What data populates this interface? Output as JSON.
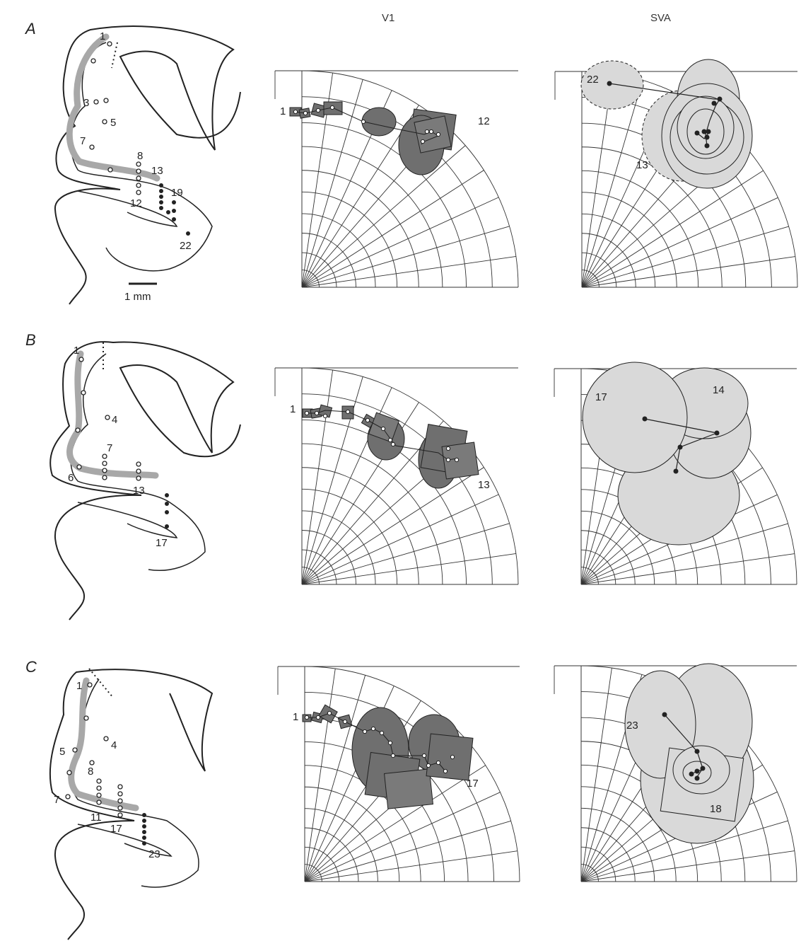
{
  "columns": {
    "v1": "V1",
    "sva": "SVA"
  },
  "scale_bar": "1 mm",
  "rows": [
    {
      "letter": "A",
      "section_labels": [
        "1",
        "3",
        "5",
        "7",
        "8",
        "13",
        "19",
        "12",
        "22"
      ],
      "v1_labels": [
        "1",
        "12"
      ],
      "sva_labels": [
        "22",
        "13"
      ]
    },
    {
      "letter": "B",
      "section_labels": [
        "1",
        "4",
        "7",
        "6",
        "13",
        "17"
      ],
      "v1_labels": [
        "1",
        "13"
      ],
      "sva_labels": [
        "17",
        "14"
      ]
    },
    {
      "letter": "C",
      "section_labels": [
        "1",
        "4",
        "5",
        "8",
        "7",
        "11",
        "17",
        "23"
      ],
      "v1_labels": [
        "1",
        "17"
      ],
      "sva_labels": [
        "23",
        "18"
      ]
    }
  ],
  "colors": {
    "dark_rf": "#6f6f6f",
    "light_rf": "#d9d9d9",
    "grey_matter": "#a8a8a8",
    "line": "#222222"
  }
}
